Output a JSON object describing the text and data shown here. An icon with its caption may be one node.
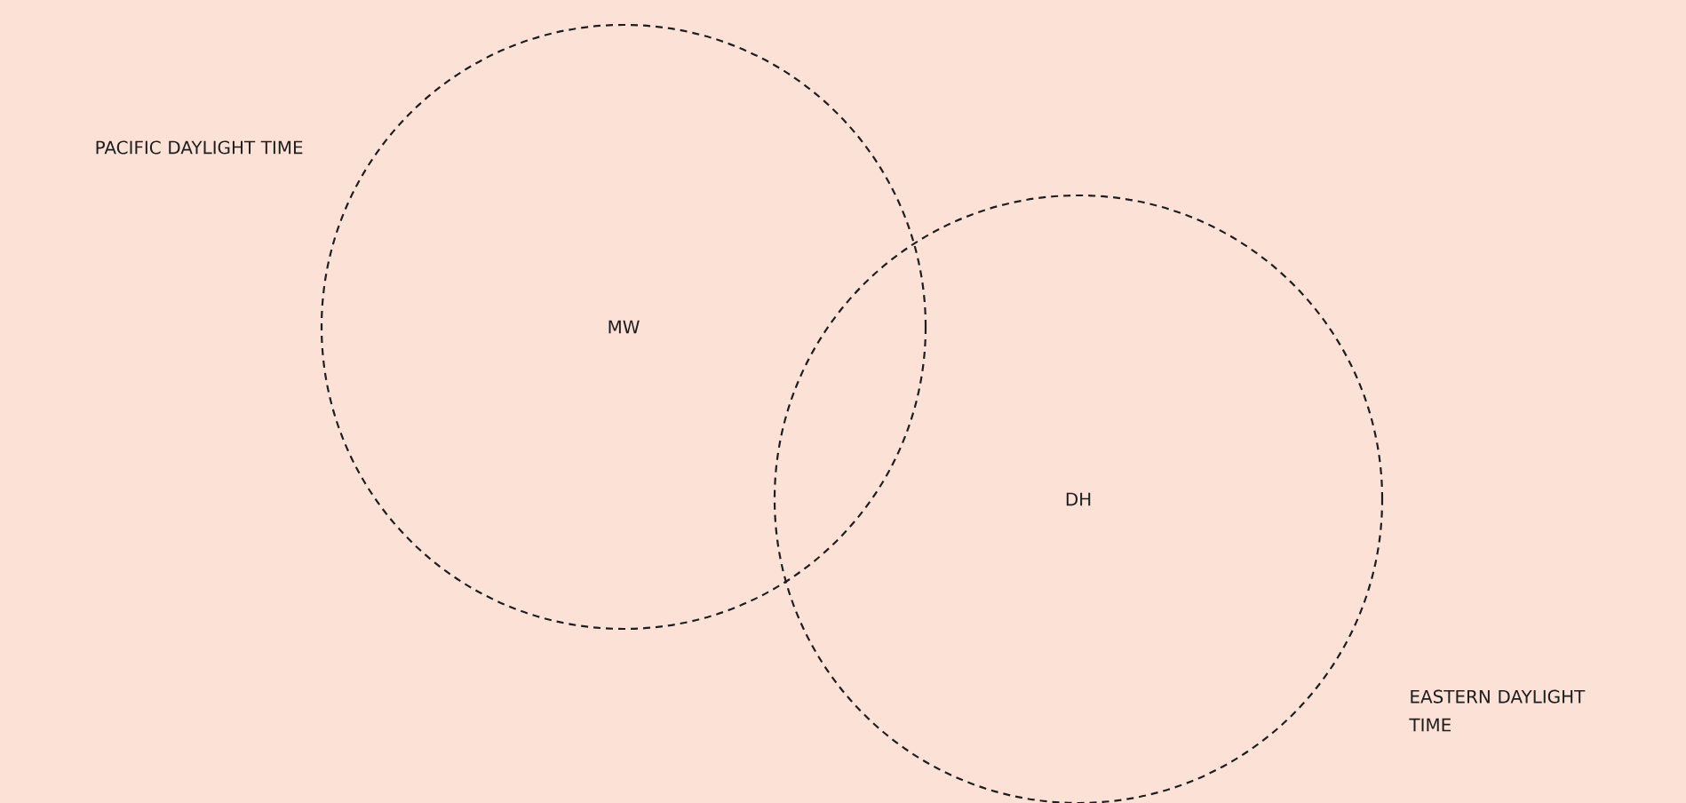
{
  "diagram": {
    "nodes": [
      {
        "text": [
          "MW"
        ],
        "beside": [
          "PACIFIC DAYLIGHT TIME"
        ]
      },
      {
        "text": [
          "DH"
        ],
        "beside": [
          "EASTERN DAYLIGHT TIME"
        ]
      }
    ],
    "edges": []
  }
}
